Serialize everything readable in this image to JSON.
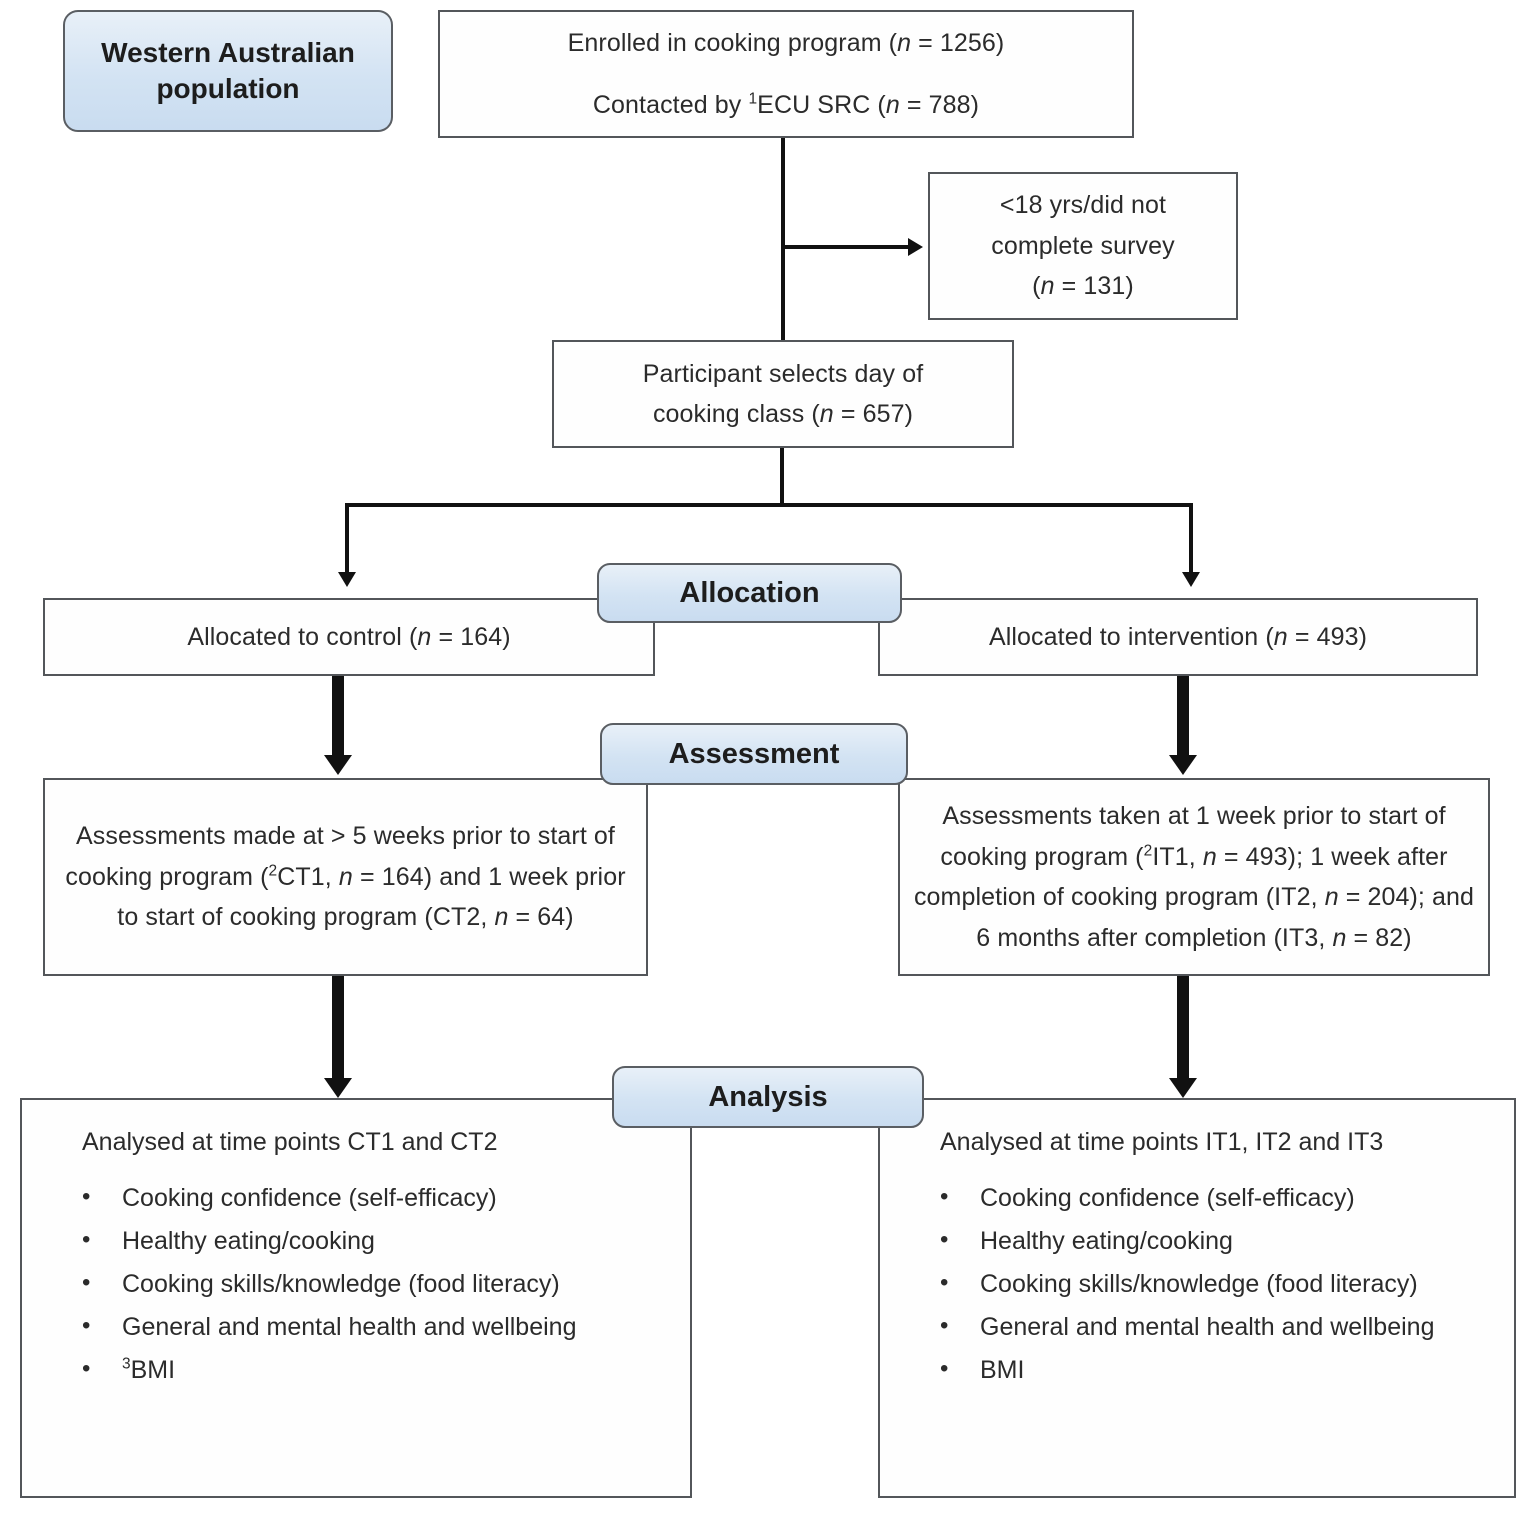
{
  "diagram": {
    "title": "CONSORT-style participant flow diagram",
    "accent_color": "#d3e3f3",
    "border_color": "#53565a",
    "line_color": "#111111"
  },
  "population_badge": {
    "line1": "Western Australian",
    "line2": "population"
  },
  "enrollment_box": {
    "line1_prefix": "Enrolled in cooking program (",
    "line1_italic": "n",
    "line1_suffix": " = 1256)",
    "line2_prefix": "Contacted by ",
    "line2_sup": "1",
    "line2_mid": "ECU SRC (",
    "line2_italic": "n",
    "line2_suffix": " = 788)"
  },
  "exclusion_box": {
    "line1": "<18 yrs/did not",
    "line2": "complete survey",
    "line3_prefix": "(",
    "line3_italic": "n",
    "line3_suffix": " = 131)"
  },
  "selection_box": {
    "line1": "Participant selects day of",
    "line2_prefix": "cooking class (",
    "line2_italic": "n",
    "line2_suffix": " = 657)"
  },
  "stages": {
    "allocation": "Allocation",
    "assessment": "Assessment",
    "analysis": "Analysis"
  },
  "allocation": {
    "control_prefix": "Allocated to control (",
    "control_italic": "n",
    "control_suffix": " = 164)",
    "intervention_prefix": "Allocated to intervention (",
    "intervention_italic": "n",
    "intervention_suffix": " = 493)"
  },
  "assessment": {
    "control": {
      "seg1": "Assessments made at > 5 weeks prior to start of cooking program (",
      "sup1": "2",
      "seg2": "CT1, ",
      "it1": "n",
      "seg3": " = 164) and 1 week prior to start of cooking program (CT2, ",
      "it2": "n",
      "seg4": " = 64)"
    },
    "intervention": {
      "seg1": "Assessments taken at 1 week prior to start of cooking program (",
      "sup1": "2",
      "seg2": "IT1, ",
      "it1": "n",
      "seg3": " = 493); 1 week after completion of cooking program (IT2, ",
      "it2": "n",
      "seg4": " = 204); and 6 months after completion (IT3, ",
      "it3": "n",
      "seg5": " = 82)"
    }
  },
  "analysis": {
    "control": {
      "heading": "Analysed at time points CT1 and CT2",
      "items": [
        {
          "text": "Cooking confidence (self-efficacy)"
        },
        {
          "text": "Healthy eating/cooking"
        },
        {
          "text": "Cooking skills/knowledge (food literacy)"
        },
        {
          "text": "General and mental health and wellbeing"
        },
        {
          "sup": "3",
          "text": "BMI"
        }
      ]
    },
    "intervention": {
      "heading": "Analysed at time points IT1, IT2 and IT3",
      "items": [
        {
          "text": "Cooking confidence (self-efficacy)"
        },
        {
          "text": "Healthy eating/cooking"
        },
        {
          "text": "Cooking skills/knowledge (food literacy)"
        },
        {
          "text": "General and mental health and wellbeing"
        },
        {
          "text": "BMI"
        }
      ]
    }
  }
}
